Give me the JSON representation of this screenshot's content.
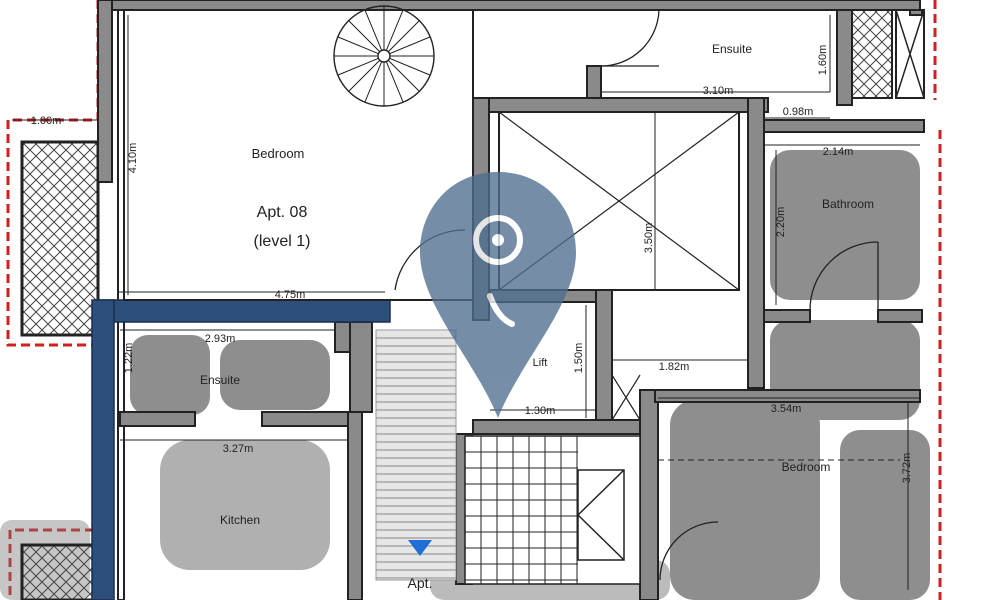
{
  "apartment": {
    "name": "Apt. 08",
    "level": "(level 1)",
    "next_unit_label": "Apt."
  },
  "rooms": {
    "bedroom_main": "Bedroom",
    "ensuite_top": "Ensuite",
    "bathroom": "Bathroom",
    "lift": "Lift",
    "ensuite_lower": "Ensuite",
    "kitchen": "Kitchen",
    "bedroom_lower": "Bedroom"
  },
  "dimensions": {
    "terrace_depth": "1.00m",
    "bedroom_depth": "4.10m",
    "bedroom_width": "4.75m",
    "ensuite_width": "3.10m",
    "ensuite_depth": "1.60m",
    "small_width": "0.98m",
    "bathroom_width": "2.14m",
    "bathroom_depth": "2.20m",
    "shaft_depth": "3.50m",
    "lower_ensuite_width": "2.93m",
    "lower_ensuite_depth": "1.22m",
    "lower_width": "3.27m",
    "lift_depth": "1.50m",
    "lift_width": "1.30m",
    "landing_width": "1.82m",
    "lower_bedroom_width": "3.54m",
    "lower_bedroom_depth": "3.72m"
  },
  "colors": {
    "wall": "#222222",
    "wall_fill": "#8a8a8a",
    "highlight_wall": "#2d4f7a",
    "boundary": "#d02020",
    "shade": "#7a7a7a",
    "marker": "#4f6e8f",
    "arrow": "#1f6fd6"
  },
  "icons": {
    "marker": "location-pin-icon",
    "entry": "entry-arrow-icon"
  }
}
